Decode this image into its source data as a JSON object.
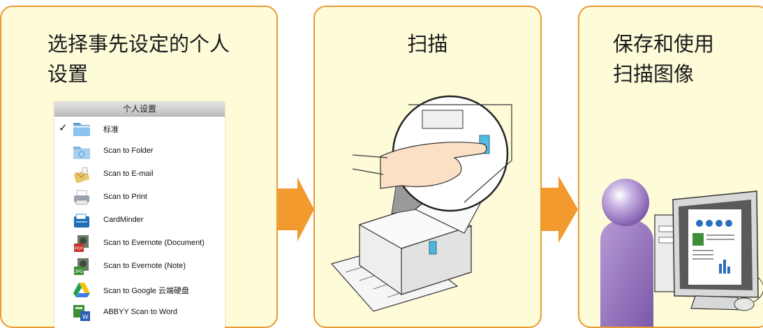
{
  "steps": [
    {
      "title_line1": "选择事先设定的个人",
      "title_line2": "设置"
    },
    {
      "title_line1": "扫描"
    },
    {
      "title_line1": "保存和使用",
      "title_line2": "扫描图像"
    }
  ],
  "menu": {
    "header": "个人设置",
    "items": [
      {
        "label": "标准",
        "icon": "folder-icon",
        "checked": true
      },
      {
        "label": "Scan to Folder",
        "icon": "folder-icon"
      },
      {
        "label": "Scan to E-mail",
        "icon": "email-icon"
      },
      {
        "label": "Scan to Print",
        "icon": "printer-icon"
      },
      {
        "label": "CardMinder",
        "icon": "cardminder-icon"
      },
      {
        "label": "Scan to Evernote (Document)",
        "icon": "evernote-pdf-icon"
      },
      {
        "label": "Scan to Evernote (Note)",
        "icon": "evernote-jpg-icon"
      },
      {
        "label": "Scan to Google 云端硬盘",
        "icon": "google-drive-icon"
      },
      {
        "label": "ABBYY Scan to Word",
        "icon": "abbyy-word-icon"
      }
    ],
    "check_mark": "✓"
  },
  "colors": {
    "panel_fill": "#fefbd9",
    "panel_border": "#ea9a33",
    "arrow": "#f29a2e",
    "person": "#8e6bb8"
  }
}
